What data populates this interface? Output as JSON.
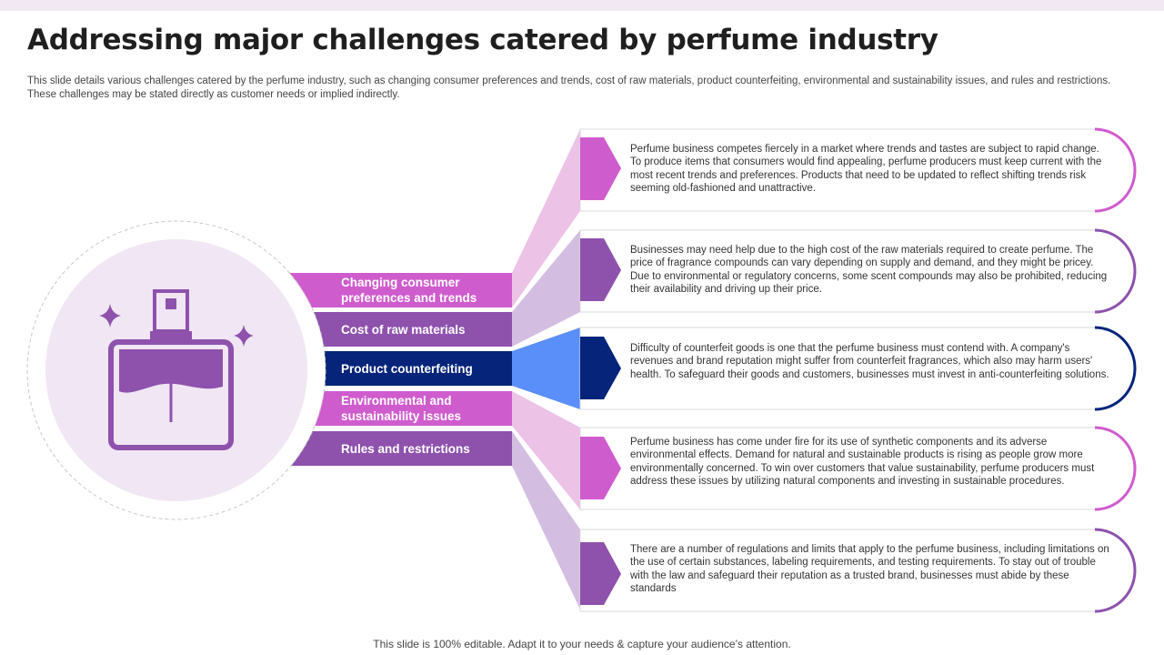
{
  "title": "Addressing major challenges catered by perfume industry",
  "subtitle": "This slide details various challenges catered by the perfume industry, such as changing consumer preferences and trends, cost of raw materials, product counterfeiting, environmental and sustainability issues, and rules and restrictions. These challenges may be stated directly as customer needs or implied indirectly.",
  "colors": {
    "magenta": "#cf5ccd",
    "purple": "#8e52ad",
    "navy": "#06247a",
    "blue": "#5a8ef8",
    "light_pink": "#ecc2e6",
    "light_purple": "#d3bde0"
  },
  "challenges": [
    {
      "label": "Changing consumer preferences and trends",
      "description": "Perfume business competes fiercely in a market where trends and tastes are subject to rapid change. To produce items that consumers would find appealing, perfume producers must keep current with the most recent trends and preferences. Products that need to  be updated to reflect shifting trends risk seeming old-fashioned and unattractive."
    },
    {
      "label": "Cost of raw materials",
      "description": "Businesses may need help due to the high cost of the raw materials required to create perfume. The price of fragrance compounds can vary depending on supply and demand, and they might be pricey.  Due to environmental or regulatory concerns, some scent compounds may also be prohibited, reducing their availability and driving up their price."
    },
    {
      "label": "Product counterfeiting",
      "description": "Difficulty of counterfeit goods is one that the perfume business must contend with. A company's revenues and brand reputation might suffer from counterfeit fragrances, which also may harm users' health. To safeguard their goods and customers, businesses must invest in anti-counterfeiting solutions."
    },
    {
      "label": "Environmental and sustainability issues",
      "description": "Perfume business has come under fire for its use of synthetic components and its adverse environmental effects. Demand for natural and sustainable products is rising as people grow more environmentally concerned. To win over customers that value sustainability, perfume producers must address these issues by utilizing natural components and investing in sustainable procedures."
    },
    {
      "label": "Rules and restrictions",
      "description": "There are a number of regulations and limits that apply to the perfume business, including limitations on the use of certain substances, labeling requirements, and testing requirements. To stay out of trouble with the law and safeguard their reputation as a trusted brand, businesses must abide by these standards"
    }
  ],
  "icon": "perfume-bottle-icon",
  "footer": "This slide is 100% editable. Adapt it to your needs & capture your audience’s attention."
}
